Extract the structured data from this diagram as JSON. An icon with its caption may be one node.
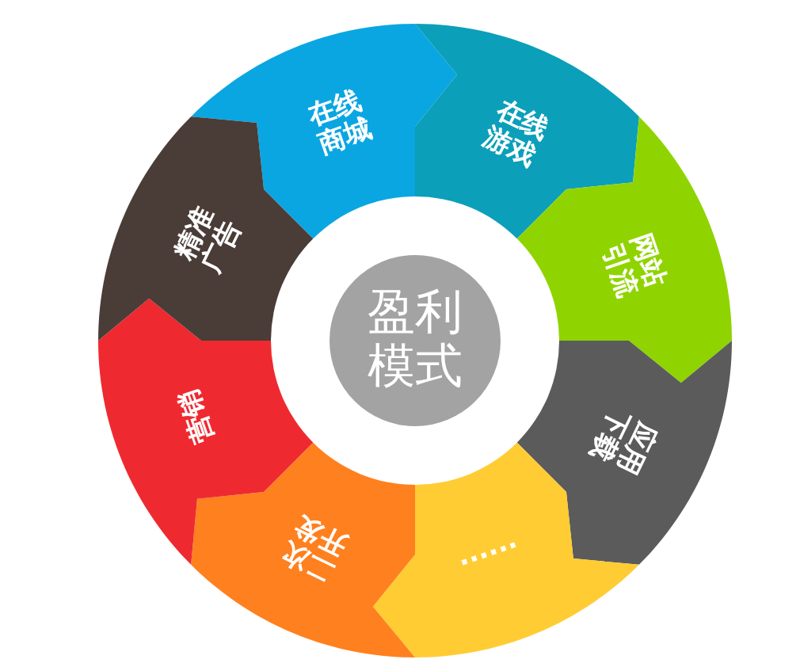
{
  "diagram": {
    "nodes": [
      {
        "text": [
          "盈利模式"
        ]
      },
      {
        "text": [
          "在线商城"
        ]
      },
      {
        "text": [
          "在线游戏"
        ]
      },
      {
        "text": [
          "网站引流"
        ]
      },
      {
        "text": [
          "应用下载"
        ]
      },
      {
        "text": [
          "......"
        ]
      },
      {
        "text": [
          "二次开发"
        ]
      },
      {
        "text": [
          "营销"
        ]
      },
      {
        "text": [
          "精准广告"
        ]
      }
    ]
  }
}
